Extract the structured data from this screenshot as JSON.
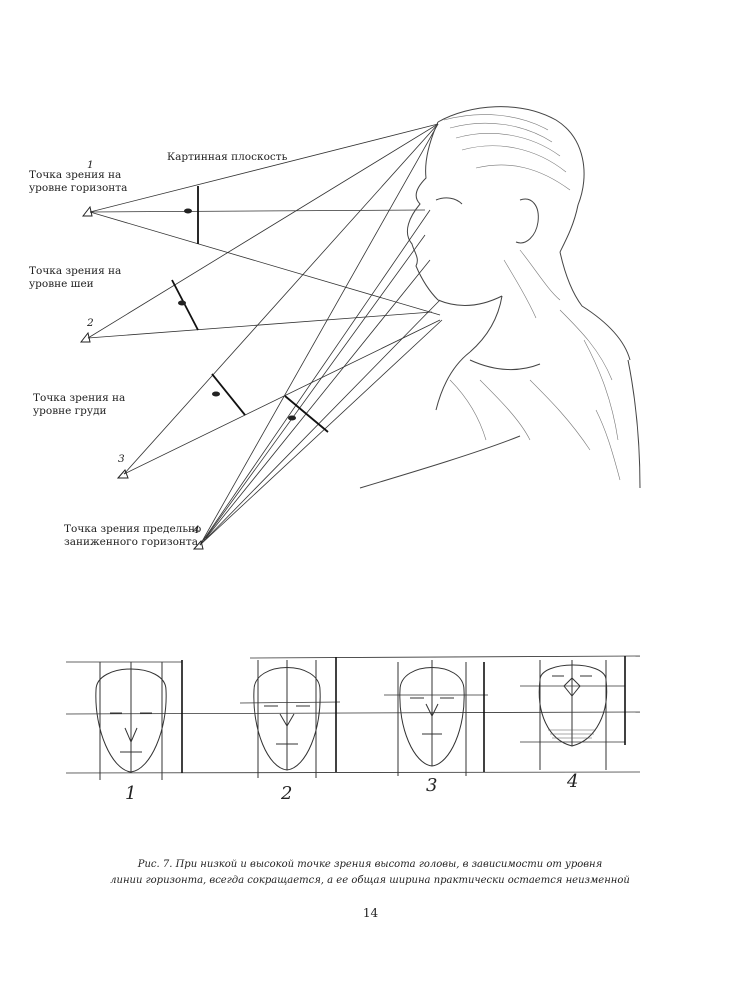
{
  "figure_top": {
    "picture_plane_label": "Картинная плоскость",
    "viewpoints": [
      {
        "number": "1",
        "line1": "Точка зрения на",
        "line2": "уровне горизонта"
      },
      {
        "number": "2",
        "line1": "Точка зрения на",
        "line2": "уровне шеи"
      },
      {
        "number": "3",
        "line1": "Точка зрения на",
        "line2": "уровне груди"
      },
      {
        "number": "4",
        "line1": "Точка зрения предельно",
        "line2": "заниженного горизонта"
      }
    ]
  },
  "figure_bottom": {
    "heads": [
      {
        "number": "1"
      },
      {
        "number": "2"
      },
      {
        "number": "3"
      },
      {
        "number": "4"
      }
    ]
  },
  "caption": {
    "line1": "Рис. 7. При низкой и высокой точке зрения высота головы, в зависимости от уровня",
    "line2": "линии горизонта, всегда сокращается, а ее общая ширина практически остается неизменной"
  },
  "page_number": "14"
}
